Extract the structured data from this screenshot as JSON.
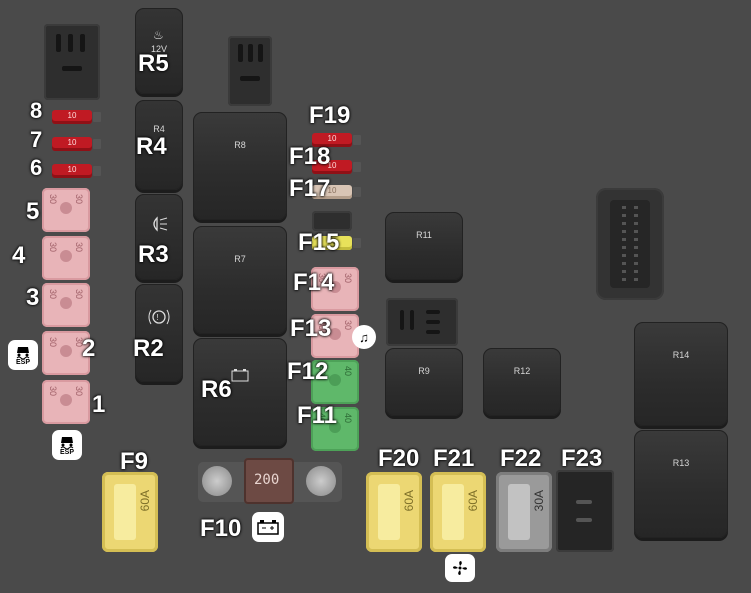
{
  "relays": {
    "r4": "R4",
    "r8": "R8",
    "r7": "R7",
    "r11": "R11",
    "r9": "R9",
    "r12": "R12",
    "r14": "R14",
    "r13": "R13"
  },
  "labels": {
    "f1": "1",
    "f2": "2",
    "f3": "3",
    "f4": "4",
    "f5": "5",
    "f6": "6",
    "f7": "7",
    "f8": "8",
    "f9": "F9",
    "f10": "F10",
    "f11": "F11",
    "f12": "F12",
    "f13": "F13",
    "f14": "F14",
    "f15": "F15",
    "f17": "F17",
    "f18": "F18",
    "f19": "F19",
    "f20": "F20",
    "f21": "F21",
    "f22": "F22",
    "f23": "F23",
    "r2": "R2",
    "r3": "R3",
    "r4": "R4",
    "r5": "R5",
    "r6": "R6"
  },
  "fuse_values": {
    "mini": "10",
    "jcase": "30",
    "jcase_green": "40",
    "f9": "60A",
    "f20": "60A",
    "f21": "60A",
    "f22": "30A",
    "f10": "200"
  },
  "icon_text": {
    "esp": "ESP",
    "volt": "12V"
  },
  "colors": {
    "background": "#4a4a4a",
    "relay": "#2e2e2e",
    "mini_red": "#c01a23",
    "jcase_pink": "#e8b4b8",
    "jcase_green": "#5fb86a",
    "maxi_yellow": "#ecd773",
    "megafuse": "#6d4a44"
  },
  "icons": [
    "seat-heater-icon",
    "headlight-icon",
    "brake-icon",
    "battery-icon",
    "fan-icon",
    "esp-icon",
    "music-icon"
  ]
}
